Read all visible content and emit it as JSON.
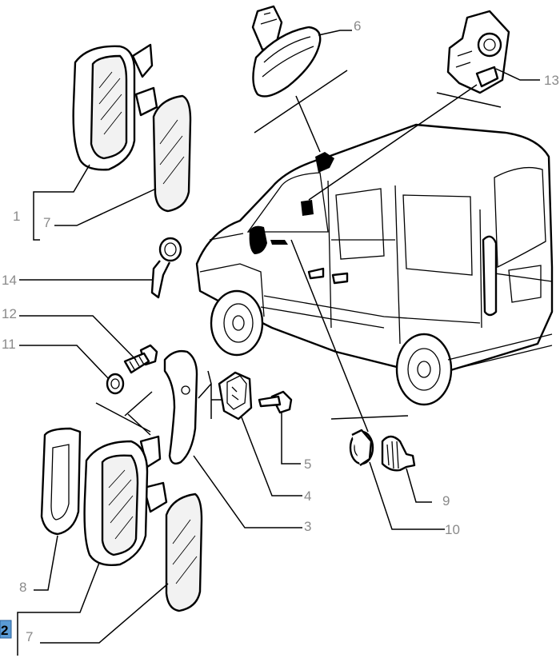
{
  "diagram": {
    "callouts": {
      "c1": "1",
      "c7_top": "7",
      "c14": "14",
      "c12": "12",
      "c11": "11",
      "c6": "6",
      "c13": "13",
      "c5": "5",
      "c4": "4",
      "c3": "3",
      "c9": "9",
      "c10": "10",
      "c8": "8",
      "c2": "2",
      "c7_bottom": "7"
    },
    "highlighted_callout": "2",
    "highlight_color": "#5a9bd5",
    "label_color": "#8a8a8a"
  }
}
